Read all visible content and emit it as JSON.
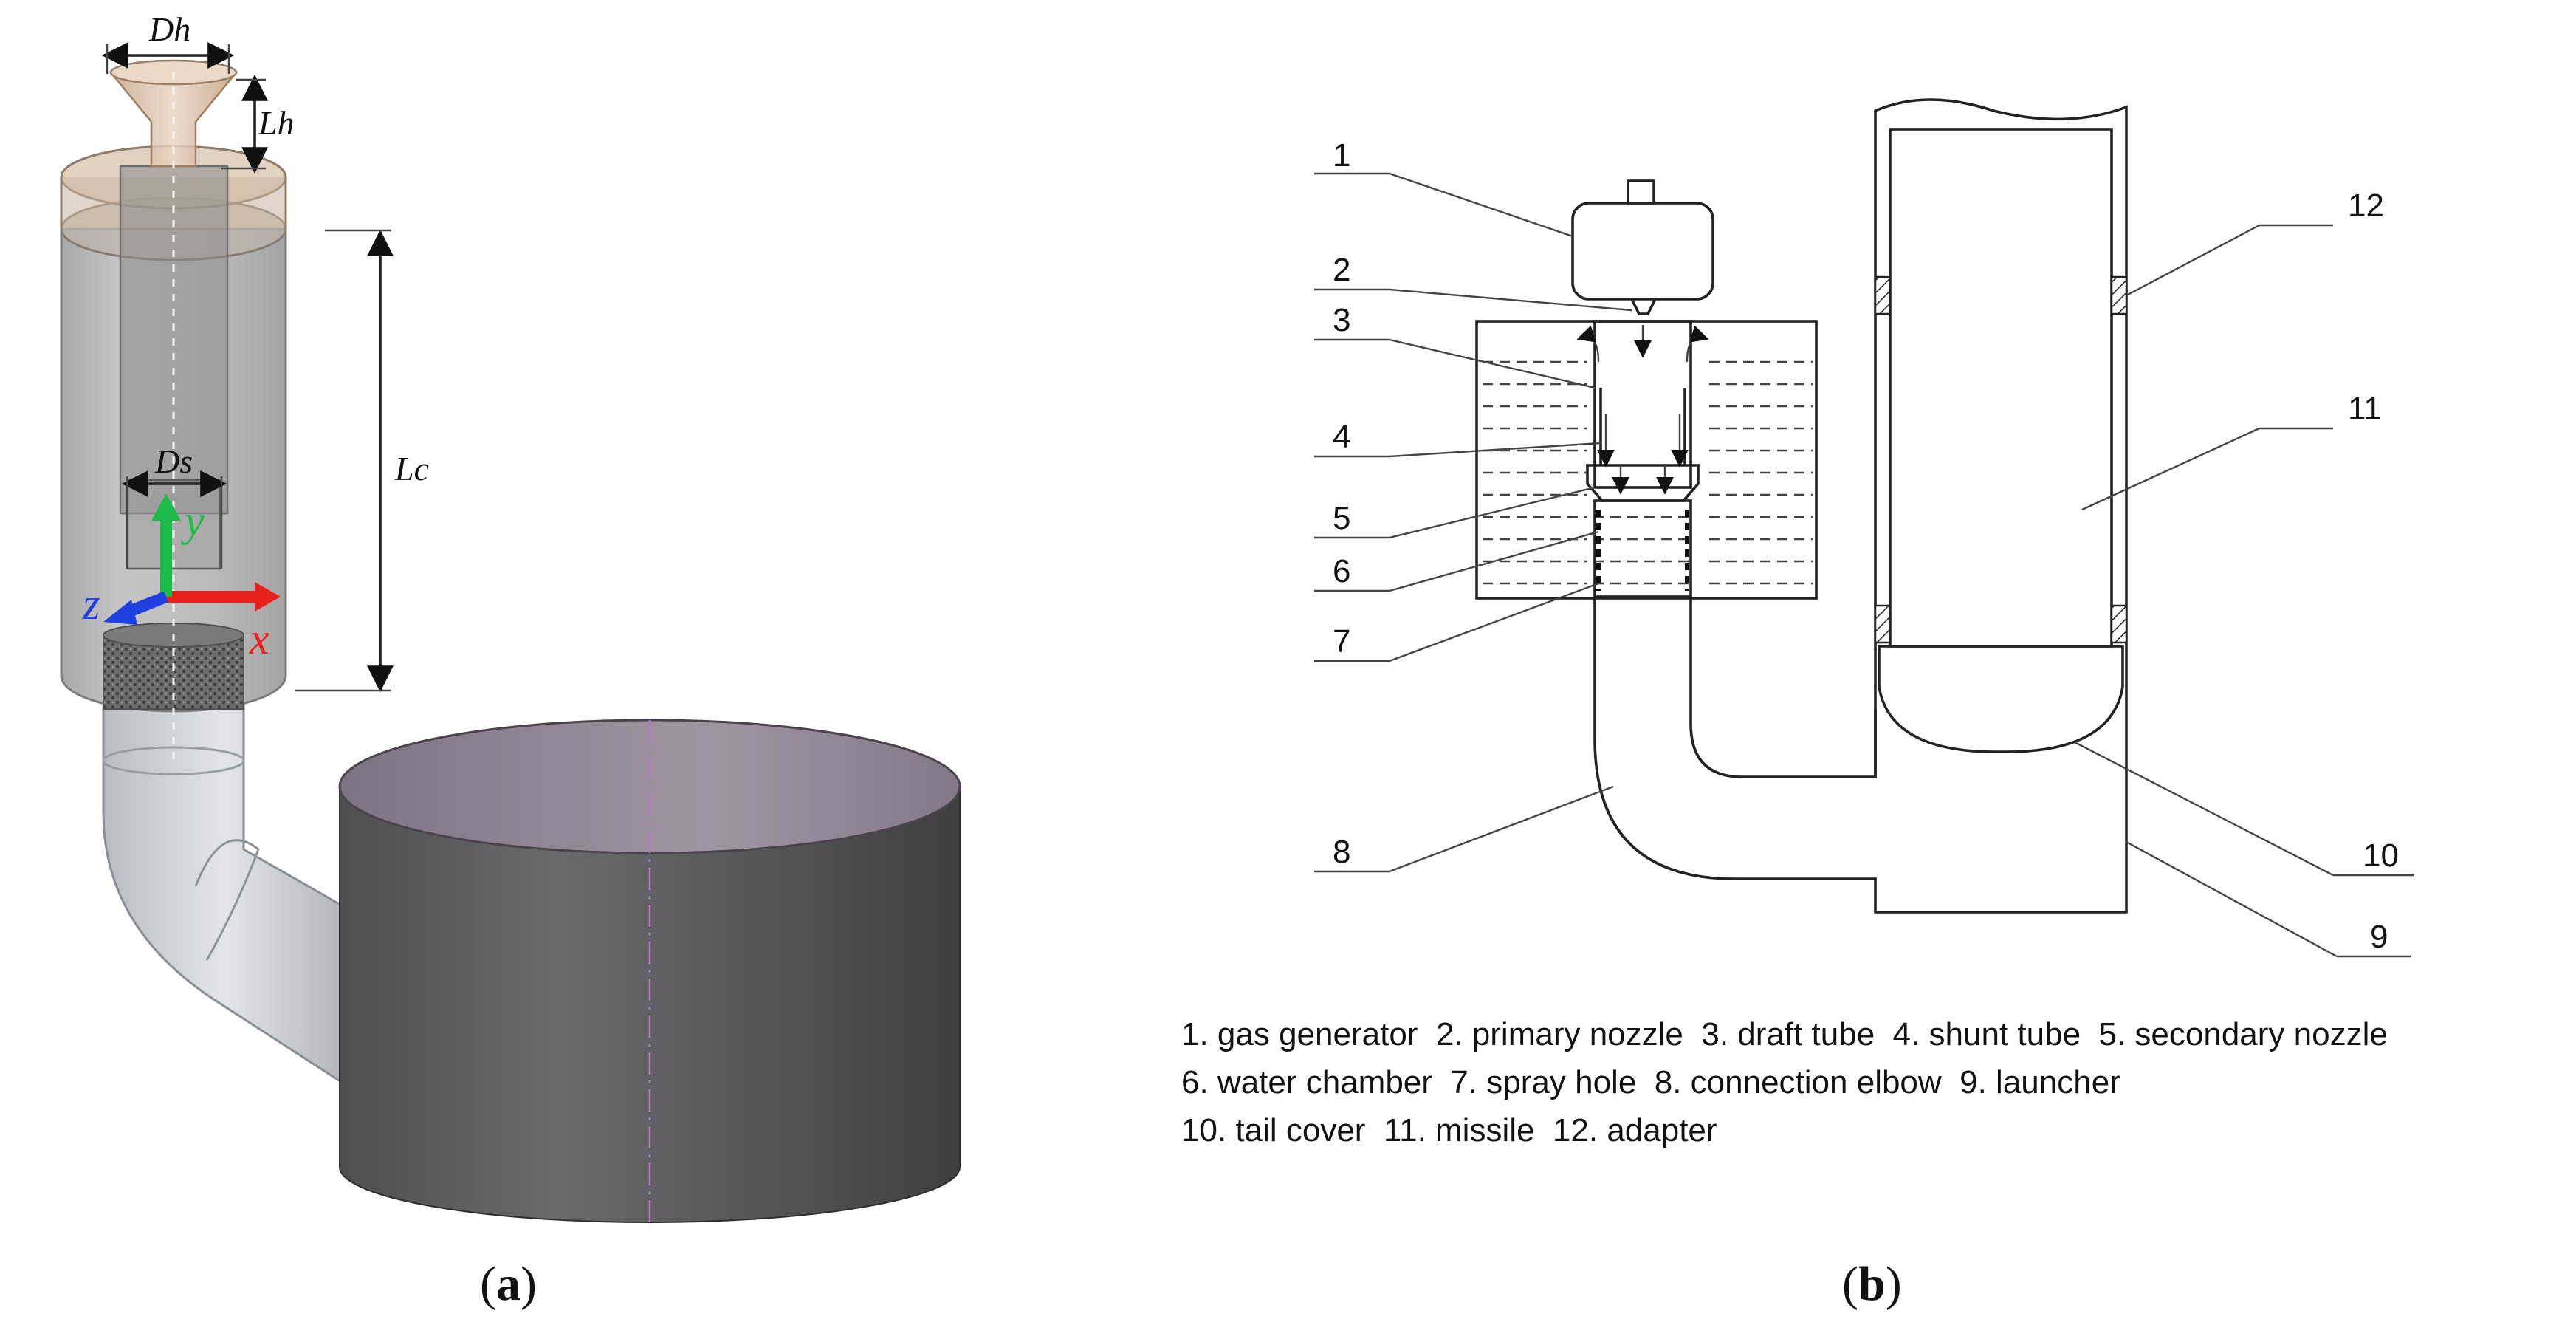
{
  "panel_a": {
    "label_open": "(",
    "label_letter": "a",
    "label_close": ")",
    "dimensions": {
      "dh": "Dh",
      "lh": "Lh",
      "lc": "Lc",
      "ds": "Ds"
    },
    "axes": {
      "x": "x",
      "y": "y",
      "z": "z"
    },
    "colors": {
      "x_axis": "#e8211d",
      "y_axis": "#1dbb4a",
      "z_axis": "#1f3fe0",
      "tank": "#5a5a5c",
      "tank_top": "#8e8192",
      "casing": "#9c9c9c"
    }
  },
  "panel_b": {
    "label_open": "(",
    "label_letter": "b",
    "label_close": ")",
    "callouts": [
      "1",
      "2",
      "3",
      "4",
      "5",
      "6",
      "7",
      "8",
      "9",
      "10",
      "11",
      "12"
    ],
    "legend": [
      "1. gas generator  2. primary nozzle  3. draft tube  4. shunt tube  5. secondary nozzle",
      "6. water chamber  7. spray hole  8. connection elbow  9. launcher",
      "10. tail cover  11. missile  12. adapter"
    ]
  }
}
